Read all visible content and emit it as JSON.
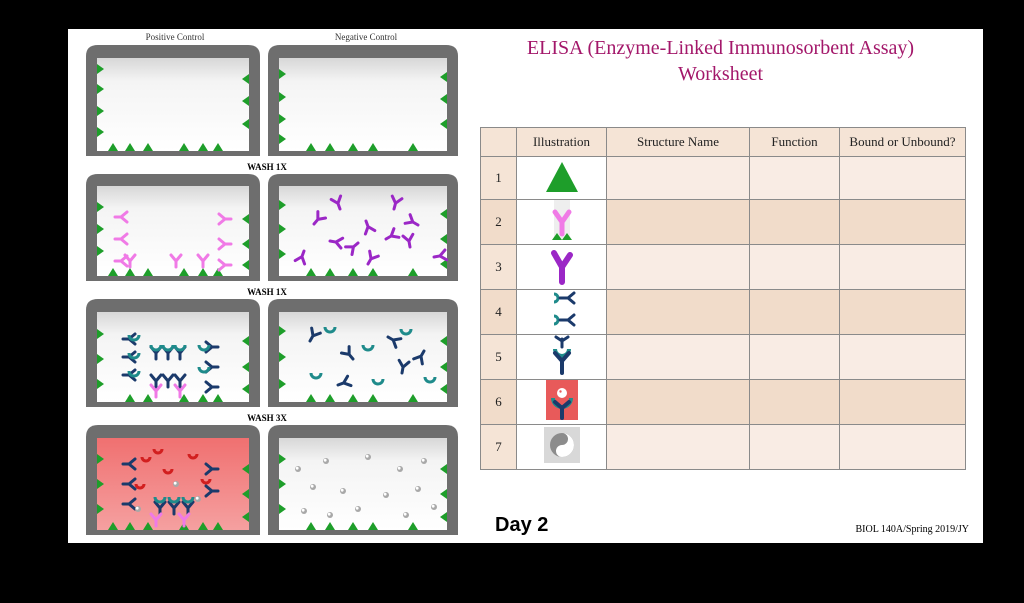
{
  "figure": {
    "column_labels": [
      "Positive Control",
      "Negative Control"
    ],
    "wash_labels": [
      "WASH 1X",
      "WASH 1X",
      "WASH 3X"
    ]
  },
  "title": {
    "line1": "ELISA (Enzyme-Linked Immunosorbent Assay)",
    "line2": "Worksheet"
  },
  "table": {
    "headers": [
      "",
      "Illustration",
      "Structure Name",
      "Function",
      "Bound or Unbound?"
    ],
    "rows": [
      {
        "num": "1",
        "icon": "green-antigen-triangle-icon"
      },
      {
        "num": "2",
        "icon": "capture-antibody-icon"
      },
      {
        "num": "3",
        "icon": "primary-antibody-icon"
      },
      {
        "num": "4",
        "icon": "antibody-pair-icon"
      },
      {
        "num": "5",
        "icon": "antibody-complex-icon"
      },
      {
        "num": "6",
        "icon": "enzyme-complex-icon"
      },
      {
        "num": "7",
        "icon": "substrate-icon"
      }
    ]
  },
  "footer": {
    "day": "Day 2",
    "course": "BIOL 140A/Spring 2019/JY"
  },
  "colors": {
    "title": "#a3176a",
    "antigen": "#1e9e2a",
    "capture_antibody": "#f07ae6",
    "primary_antibody": "#9b27c6",
    "secondary_antibody": "#1b3a6b",
    "teal": "#1f8b8b",
    "enzyme_bg": "#e85a5a",
    "well_wall": "#6e6e6e"
  }
}
